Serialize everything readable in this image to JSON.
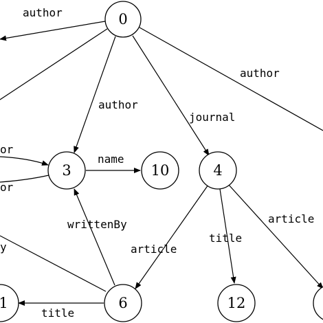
{
  "graph": {
    "nodes": [
      {
        "id": "n0",
        "label": "0"
      },
      {
        "id": "n3",
        "label": "3"
      },
      {
        "id": "n10",
        "label": "10"
      },
      {
        "id": "n4",
        "label": "4"
      },
      {
        "id": "n6",
        "label": "6"
      },
      {
        "id": "n12",
        "label": "12"
      },
      {
        "id": "n1",
        "label": "1"
      },
      {
        "id": "nr",
        "label": ""
      }
    ],
    "edge_labels": {
      "author_top": "author",
      "author_right": "author",
      "author_03": "author",
      "journal_04": "journal",
      "name_310": "name",
      "writtenby_63": "writtenBy",
      "article_46": "article",
      "title_412": "title",
      "article_4r": "article",
      "title_61": "title",
      "or_upper": "or",
      "or_lower": "or",
      "y_left": "y"
    }
  },
  "style": {
    "stroke_color": "#000000",
    "background": "#ffffff"
  }
}
